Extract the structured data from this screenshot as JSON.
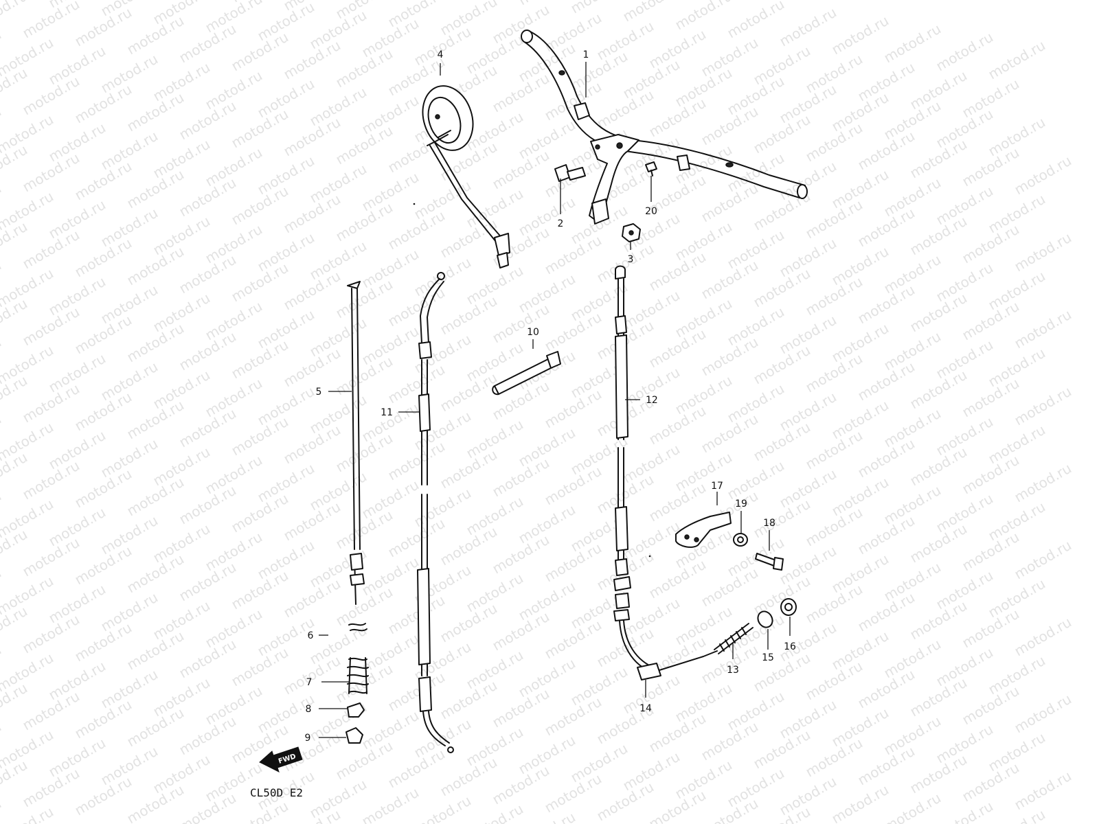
{
  "watermark": "motod.ru",
  "diagram_code": "CL50D E2",
  "forward_marker": "FWD",
  "callouts": [
    {
      "number": "1",
      "part": "handlebar"
    },
    {
      "number": "2",
      "part": "bolt"
    },
    {
      "number": "3",
      "part": "nut"
    },
    {
      "number": "4",
      "part": "mirror"
    },
    {
      "number": "5",
      "part": "cable"
    },
    {
      "number": "6",
      "part": "cable-end"
    },
    {
      "number": "7",
      "part": "spring"
    },
    {
      "number": "8",
      "part": "cap"
    },
    {
      "number": "9",
      "part": "adjuster-nut"
    },
    {
      "number": "10",
      "part": "pin"
    },
    {
      "number": "11",
      "part": "cable"
    },
    {
      "number": "12",
      "part": "cable"
    },
    {
      "number": "13",
      "part": "spring"
    },
    {
      "number": "14",
      "part": "cable-end"
    },
    {
      "number": "15",
      "part": "sleeve"
    },
    {
      "number": "16",
      "part": "nut"
    },
    {
      "number": "17",
      "part": "bracket"
    },
    {
      "number": "18",
      "part": "bolt"
    },
    {
      "number": "19",
      "part": "washer"
    },
    {
      "number": "20",
      "part": "screw"
    }
  ]
}
